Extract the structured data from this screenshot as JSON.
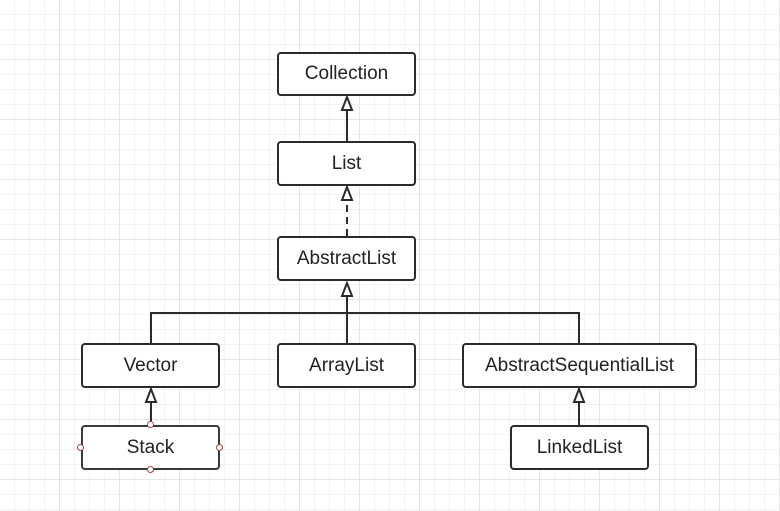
{
  "diagram": {
    "nodes": {
      "collection": "Collection",
      "list": "List",
      "abstract_list": "AbstractList",
      "vector": "Vector",
      "array_list": "ArrayList",
      "abstract_sequential_list": "AbstractSequentialList",
      "stack": "Stack",
      "linked_list": "LinkedList"
    },
    "selected_node": "Stack",
    "edges": [
      {
        "from": "List",
        "to": "Collection",
        "style": "solid",
        "arrow": "hollow-triangle"
      },
      {
        "from": "AbstractList",
        "to": "List",
        "style": "dashed",
        "arrow": "hollow-triangle"
      },
      {
        "from": "Vector",
        "to": "AbstractList",
        "style": "solid",
        "arrow": "hollow-triangle"
      },
      {
        "from": "ArrayList",
        "to": "AbstractList",
        "style": "solid",
        "arrow": "hollow-triangle"
      },
      {
        "from": "AbstractSequentialList",
        "to": "AbstractList",
        "style": "solid",
        "arrow": "hollow-triangle"
      },
      {
        "from": "Stack",
        "to": "Vector",
        "style": "solid",
        "arrow": "hollow-triangle"
      },
      {
        "from": "LinkedList",
        "to": "AbstractSequentialList",
        "style": "solid",
        "arrow": "hollow-triangle"
      }
    ],
    "colors": {
      "line": "#2b2b2b",
      "node_border": "#2b2b2b",
      "selection_handle": "#a04848",
      "grid": "#e6e6e6"
    }
  }
}
